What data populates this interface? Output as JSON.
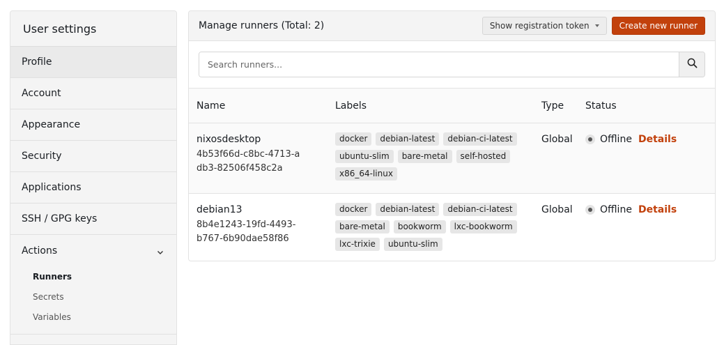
{
  "sidebar": {
    "title": "User settings",
    "items": [
      {
        "label": "Profile",
        "active": true
      },
      {
        "label": "Account"
      },
      {
        "label": "Appearance"
      },
      {
        "label": "Security"
      },
      {
        "label": "Applications"
      },
      {
        "label": "SSH / GPG keys"
      }
    ],
    "group": {
      "label": "Actions",
      "icon": "chevron-down-icon",
      "sub_items": [
        {
          "label": "Runners",
          "active": true
        },
        {
          "label": "Secrets"
        },
        {
          "label": "Variables"
        }
      ]
    }
  },
  "main": {
    "title": "Manage runners (Total: 2)",
    "show_token_label": "Show registration token",
    "create_label": "Create new runner",
    "search": {
      "placeholder": "Search runners...",
      "value": "",
      "icon": "search-icon"
    },
    "columns": [
      "Name",
      "Labels",
      "Type",
      "Status"
    ],
    "runners": [
      {
        "name": "nixosdesktop",
        "uuid": "4b53f66d-c8bc-4713-adb3-82506f458c2a",
        "labels": [
          "docker",
          "debian-latest",
          "debian-ci-latest",
          "ubuntu-slim",
          "bare-metal",
          "self-hosted",
          "x86_64-linux"
        ],
        "type": "Global",
        "status": "Offline",
        "action": "Details"
      },
      {
        "name": "debian13",
        "uuid": "8b4e1243-19fd-4493-b767-6b90dae58f86",
        "labels": [
          "docker",
          "debian-latest",
          "debian-ci-latest",
          "bare-metal",
          "bookworm",
          "lxc-bookworm",
          "lxc-trixie",
          "ubuntu-slim"
        ],
        "type": "Global",
        "status": "Offline",
        "action": "Details"
      }
    ]
  },
  "colors": {
    "accent": "#c2410c",
    "sidebar_bg": "#f4f4f4",
    "border": "#e2e2e2"
  }
}
